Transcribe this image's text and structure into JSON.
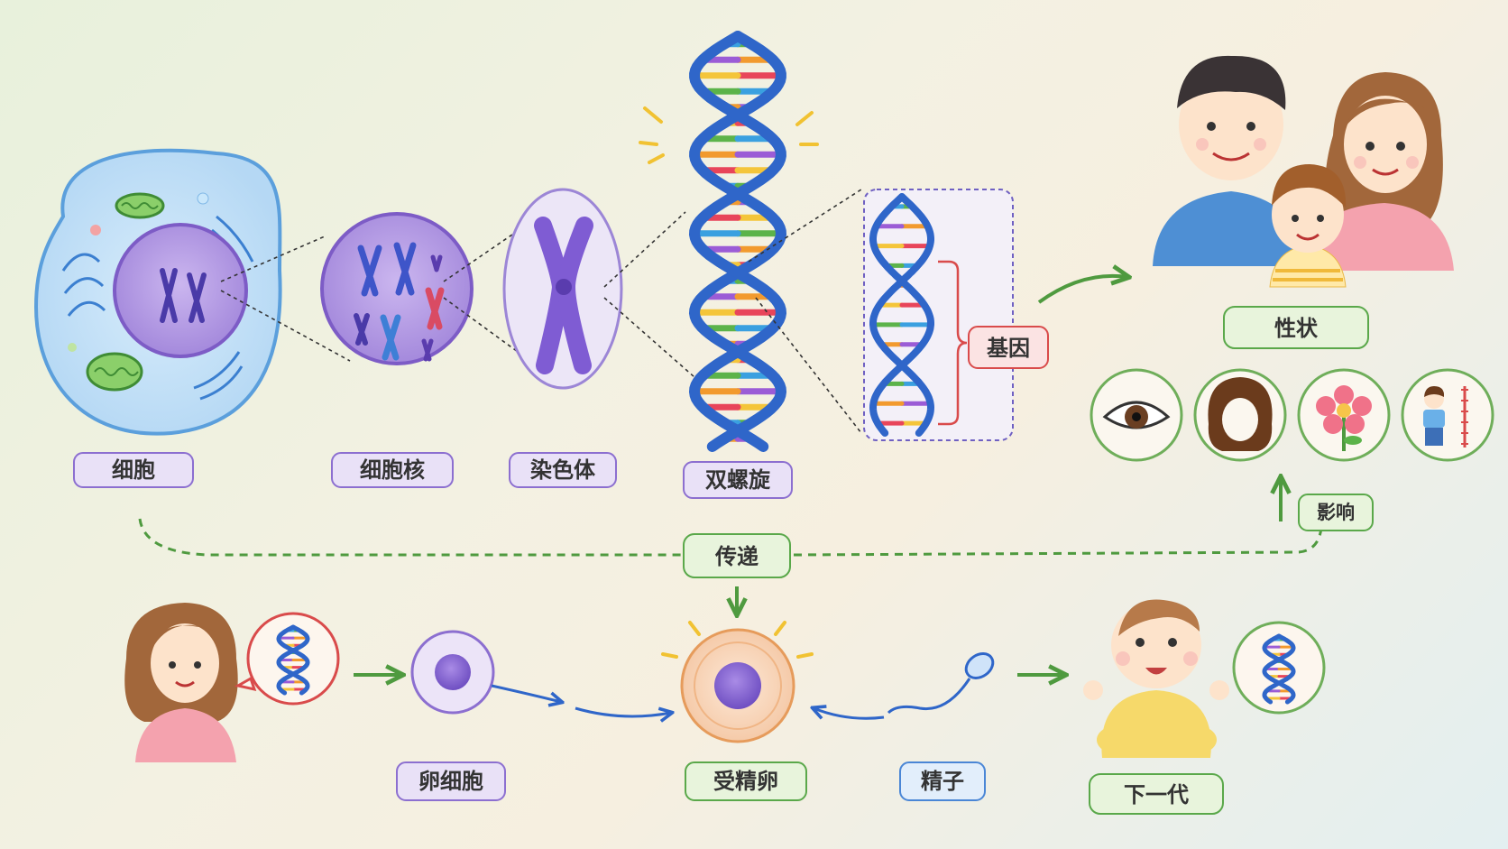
{
  "labels": {
    "cell": "细胞",
    "nucleus": "细胞核",
    "chromosome": "染色体",
    "double_helix": "双螺旋",
    "gene": "基因",
    "traits": "性状",
    "influence": "影响",
    "transmit": "传递",
    "egg_cell": "卵细胞",
    "zygote": "受精卵",
    "sperm": "精子",
    "next_generation": "下一代"
  },
  "colors": {
    "purple": "#8c6fd0",
    "purple_fill": "#e9e1f7",
    "green": "#5aa84a",
    "green_fill": "#e8f4dc",
    "blue": "#4a86d6",
    "blue_fill": "#e2eefb",
    "red": "#d94b4b",
    "red_fill": "#fbe3e3",
    "dna_blue": "#2f66c9"
  }
}
